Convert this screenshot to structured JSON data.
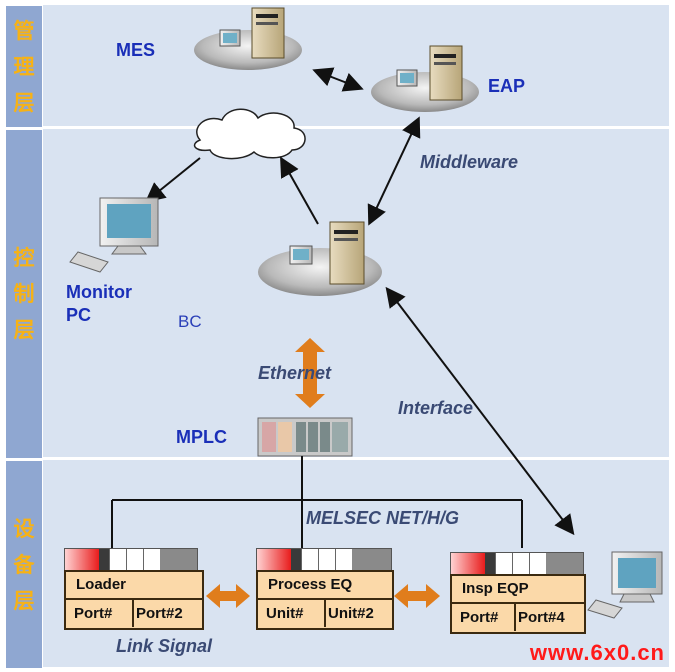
{
  "layers": [
    {
      "name": "管理层",
      "chars": [
        "管",
        "理",
        "层"
      ]
    },
    {
      "name": "控制层",
      "chars": [
        "控",
        "制",
        "层"
      ]
    },
    {
      "name": "设备层",
      "chars": [
        "设",
        "备",
        "层"
      ]
    }
  ],
  "labels": {
    "mes": "MES",
    "eap": "EAP",
    "middleware": "Middleware",
    "monitor_pc_line1": "Monitor",
    "monitor_pc_line2": "PC",
    "bc": "BC",
    "ethernet": "Ethernet",
    "interface": "Interface",
    "mplc": "MPLC",
    "melsec": "MELSEC NET/H/G",
    "link_signal": "Link Signal"
  },
  "equipment": [
    {
      "title": "Loader",
      "ports": [
        "Port#",
        "Port#2"
      ]
    },
    {
      "title": "Process EQ",
      "ports": [
        "Unit#",
        "Unit#2"
      ]
    },
    {
      "title": "Insp EQP",
      "ports": [
        "Port#",
        "Port#4"
      ]
    }
  ],
  "watermark": "www.6x0.cn",
  "colors": {
    "side_bar": "#8fa7d1",
    "side_text": "#f7b215",
    "panel_bg": "#d9e3f1",
    "label_blue": "#1a2fb8",
    "equipment_fill": "#fbd9a9",
    "orange_arrow": "#e07d1c",
    "watermark_red": "#ff1a1a"
  },
  "icons": [
    "server-icon",
    "desktop-computer-icon",
    "cloud-icon",
    "plc-module-icon"
  ]
}
